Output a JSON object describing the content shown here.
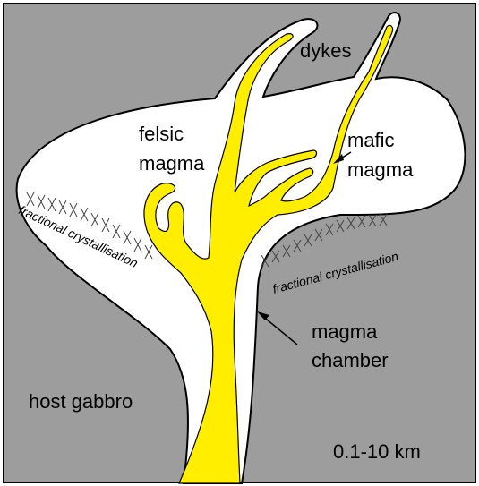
{
  "labels": {
    "dykes": "dykes",
    "felsic_line1": "felsic",
    "felsic_line2": "magma",
    "mafic_line1": "mafic",
    "mafic_line2": "magma",
    "chamber_line1": "magma",
    "chamber_line2": "chamber",
    "host": "host gabbro",
    "scale": "0.1-10 km",
    "fractional_left": "fractional crystallisation",
    "fractional_right": "fractional crystallisation"
  },
  "colors": {
    "host_rock": "#9d9d9d",
    "chamber": "#ffffff",
    "magma": "#ffee00",
    "outline": "#000000"
  }
}
